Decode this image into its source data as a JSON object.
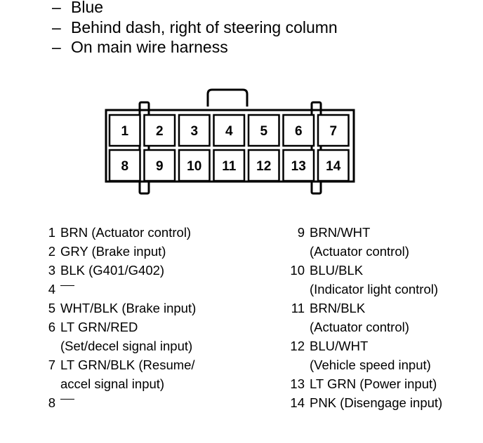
{
  "notes": [
    {
      "dash": "–",
      "text": "Blue"
    },
    {
      "dash": "–",
      "text": "Behind dash, right of steering column"
    },
    {
      "dash": "–",
      "text": "On main wire harness"
    }
  ],
  "connector": {
    "top_row": [
      "1",
      "2",
      "3",
      "4",
      "5",
      "6",
      "7"
    ],
    "bottom_row": [
      "8",
      "9",
      "10",
      "11",
      "12",
      "13",
      "14"
    ]
  },
  "pins_left": [
    {
      "num": "1",
      "lines": [
        "BRN (Actuator control)"
      ]
    },
    {
      "num": "2",
      "lines": [
        "GRY (Brake input)"
      ]
    },
    {
      "num": "3",
      "lines": [
        "BLK (G401/G402)"
      ]
    },
    {
      "num": "4",
      "lines": [
        "—"
      ],
      "blank": true
    },
    {
      "num": "5",
      "lines": [
        "WHT/BLK (Brake input)"
      ]
    },
    {
      "num": "6",
      "lines": [
        "LT GRN/RED",
        "(Set/decel signal input)"
      ]
    },
    {
      "num": "7",
      "lines": [
        "LT GRN/BLK (Resume/",
        "accel signal input)"
      ]
    },
    {
      "num": "8",
      "lines": [
        "—"
      ],
      "blank": true
    }
  ],
  "pins_right": [
    {
      "num": "9",
      "lines": [
        "BRN/WHT",
        "(Actuator control)"
      ]
    },
    {
      "num": "10",
      "lines": [
        "BLU/BLK",
        "(Indicator light control)"
      ]
    },
    {
      "num": "11",
      "lines": [
        "BRN/BLK",
        "(Actuator control)"
      ]
    },
    {
      "num": "12",
      "lines": [
        "BLU/WHT",
        "(Vehicle speed input)"
      ]
    },
    {
      "num": "13",
      "lines": [
        "LT GRN (Power input)"
      ]
    },
    {
      "num": "14",
      "lines": [
        "PNK (Disengage input)"
      ]
    }
  ]
}
